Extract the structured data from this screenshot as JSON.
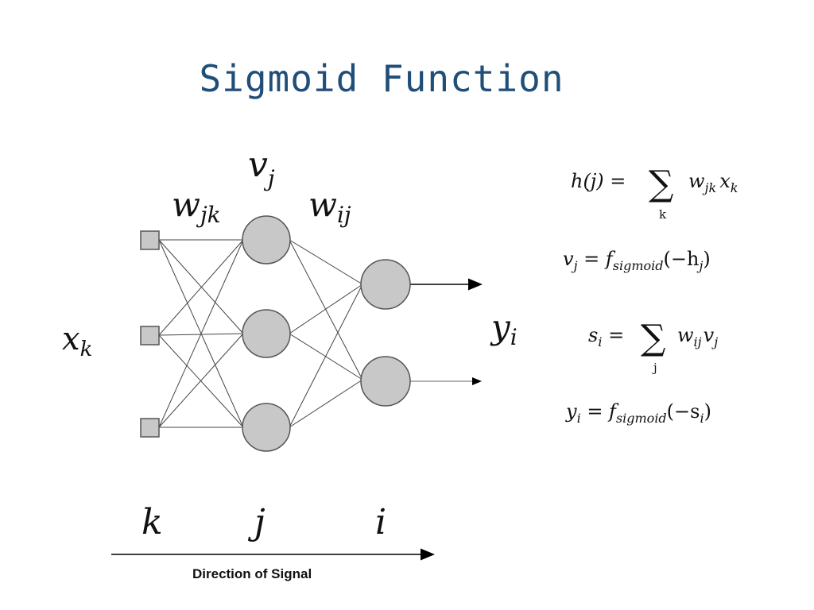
{
  "title": "Sigmoid Function",
  "labels": {
    "x": "x",
    "x_sub": "k",
    "w_in": "w",
    "w_in_sub": "jk",
    "v": "v",
    "v_sub": "j",
    "w_out": "w",
    "w_out_sub": "ij",
    "y": "y",
    "y_sub": "i"
  },
  "layer_labels": {
    "k": "k",
    "j": "j",
    "i": "i"
  },
  "direction_label": "Direction of Signal",
  "equations": {
    "h": {
      "lhs": "h(j) = ",
      "sum": "∑",
      "idx": "k",
      "rhs_w": "w",
      "rhs_w_sub": "jk",
      "rhs_x": "x",
      "rhs_x_sub": "k"
    },
    "v": {
      "lhs": "v",
      "lhs_sub": "j",
      "eq": " = f",
      "f_sub": "sigmoid",
      "arg": "(−h",
      "arg_sub": "j",
      "close": ")"
    },
    "s": {
      "lhs": "s",
      "lhs_sub": "i",
      "eq": " = ",
      "sum": "∑",
      "idx": "j",
      "rhs_w": "w",
      "rhs_w_sub": "ij",
      "rhs_v": "v",
      "rhs_v_sub": "j"
    },
    "y": {
      "lhs": "y",
      "lhs_sub": "i",
      "eq": " = f",
      "f_sub": "sigmoid",
      "arg": "(−s",
      "arg_sub": "i",
      "close": ")"
    }
  }
}
